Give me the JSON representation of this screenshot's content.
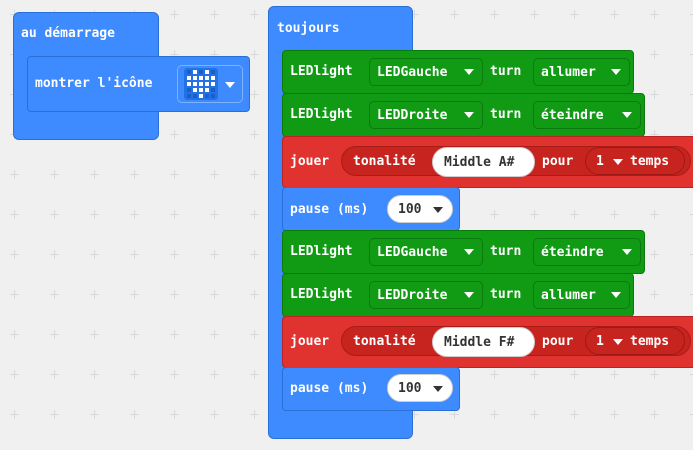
{
  "on_start": {
    "hat_label": "au démarrage",
    "show_icon_label": "montrer l'icône",
    "icon_name": "heart-icon"
  },
  "forever": {
    "hat_label": "toujours",
    "blocks": [
      {
        "type": "ledlight",
        "label": "LEDlight",
        "led": "LEDGauche",
        "turn": "turn",
        "state": "allumer"
      },
      {
        "type": "ledlight",
        "label": "LEDlight",
        "led": "LEDDroite",
        "turn": "turn",
        "state": "éteindre"
      },
      {
        "type": "play",
        "label": "jouer",
        "tone_label": "tonalité",
        "note": "Middle A#",
        "for_label": "pour",
        "beats": "1",
        "beats_label": "temps"
      },
      {
        "type": "pause",
        "label": "pause (ms)",
        "value": "100"
      },
      {
        "type": "ledlight",
        "label": "LEDlight",
        "led": "LEDGauche",
        "turn": "turn",
        "state": "éteindre"
      },
      {
        "type": "ledlight",
        "label": "LEDlight",
        "led": "LEDDroite",
        "turn": "turn",
        "state": "allumer"
      },
      {
        "type": "play",
        "label": "jouer",
        "tone_label": "tonalité",
        "note": "Middle F#",
        "for_label": "pour",
        "beats": "1",
        "beats_label": "temps"
      },
      {
        "type": "pause",
        "label": "pause (ms)",
        "value": "100"
      }
    ]
  },
  "colors": {
    "blue": "#3d8bff",
    "green": "#119b14",
    "red": "#e0322f",
    "workspace": "#f0f0f0"
  }
}
